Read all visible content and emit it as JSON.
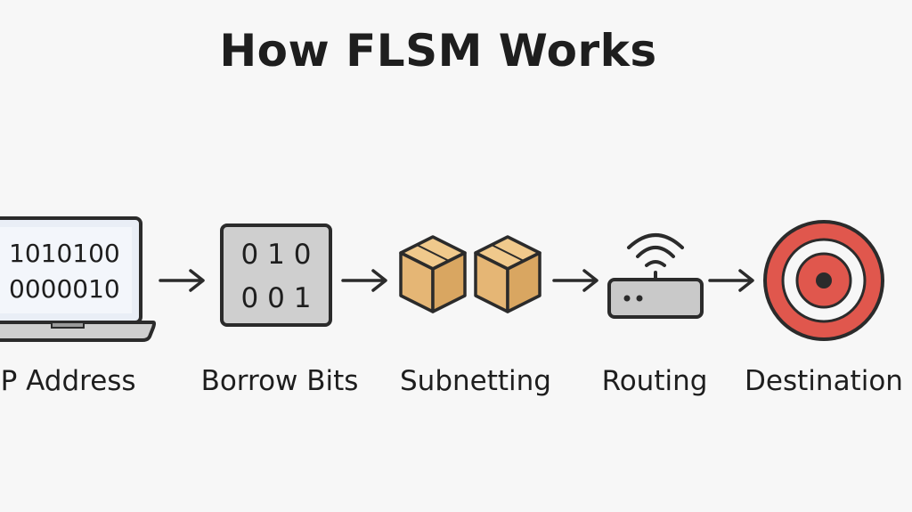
{
  "title": "How FLSM Works",
  "steps": [
    {
      "label": "IP Address",
      "icon": "laptop-icon",
      "screen_lines": [
        "1010100",
        "0000010"
      ]
    },
    {
      "label": "Borrow Bits",
      "icon": "bits-grid-icon",
      "grid_lines": [
        "0 1 0",
        "0 0 1"
      ]
    },
    {
      "label": "Subnetting",
      "icon": "boxes-icon"
    },
    {
      "label": "Routing",
      "icon": "router-icon"
    },
    {
      "label": "Destination",
      "icon": "target-icon"
    }
  ],
  "colors": {
    "background": "#f7f7f7",
    "stroke": "#2b2b2b",
    "screen": "#e9eef6",
    "grid_fill": "#cfcfcf",
    "box_fill": "#e5b675",
    "router_fill": "#c9c9c9",
    "target_red": "#e0574d"
  }
}
